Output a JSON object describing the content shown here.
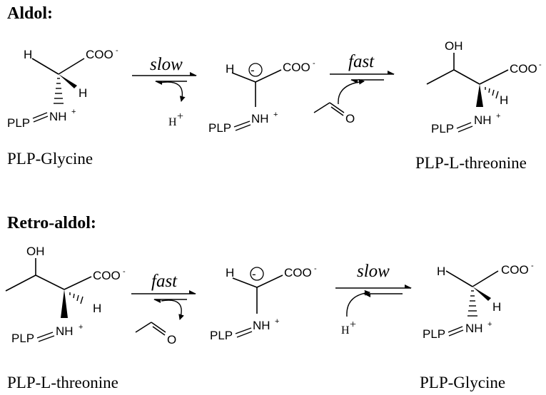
{
  "sections": {
    "aldol": {
      "heading": "Aldol:"
    },
    "retro": {
      "heading": "Retro-aldol:"
    }
  },
  "arrows": {
    "slow": "slow",
    "fast": "fast"
  },
  "captions": {
    "plp_glycine": "PLP-Glycine",
    "plp_threonine": "PLP-L-threonine"
  },
  "atoms": {
    "H": "H",
    "OH": "OH",
    "O": "O",
    "COO": "COO",
    "minus": "-",
    "plp": "PLP",
    "NH": "NH",
    "plus": "+",
    "carbanion": "⊖",
    "proton": "H",
    "proton_plus": "+"
  }
}
